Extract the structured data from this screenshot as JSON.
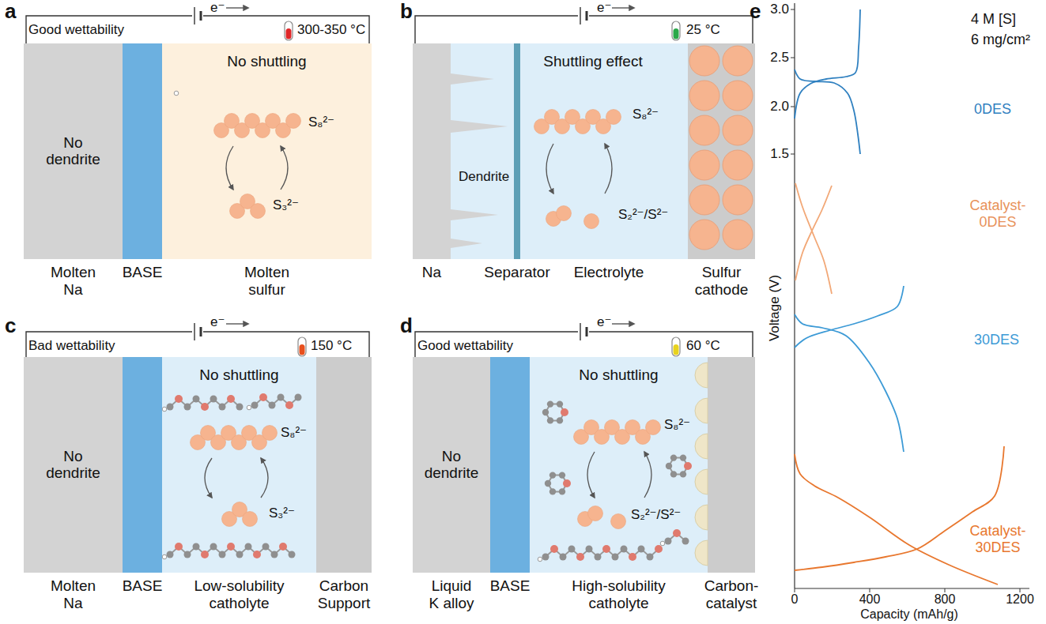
{
  "diagram": {
    "nodes": [
      {
        "text": [
          "No dendrite",
          "Molten Na"
        ]
      },
      {
        "text": [
          "BASE"
        ]
      },
      {
        "text": [
          "No shuttling",
          "Molten sulfur"
        ]
      },
      {
        "text": [
          "Na"
        ]
      },
      {
        "text": [
          "Shuttling effect",
          "Electrolyte"
        ]
      },
      {
        "text": [
          "Separator"
        ],
        "in": 4
      },
      {
        "text": [
          "Sulfur cathode"
        ]
      },
      {
        "text": [
          "No dendrite",
          "Molten Na"
        ]
      },
      {
        "text": [
          "BASE"
        ]
      },
      {
        "text": [
          "No shuttling",
          "Low-solubility catholyte"
        ]
      },
      {
        "text": [
          "Carbon Support"
        ]
      },
      {
        "text": [
          "No dendrite",
          "Liquid K alloy"
        ]
      },
      {
        "text": [
          "BASE"
        ]
      },
      {
        "text": [
          "No shuttling",
          "High-solubility catholyte"
        ]
      },
      {
        "text": [
          "Carbon- catalyst"
        ]
      }
    ],
    "edges": [
      {
        "from": 0,
        "to": 2,
        "arrow": "none"
      },
      {
        "from": 3,
        "to": 6,
        "arrow": "none"
      },
      {
        "from": 7,
        "to": 10,
        "arrow": "none"
      },
      {
        "from": 11,
        "to": 14,
        "arrow": "none"
      }
    ],
    "labels": [
      "a",
      "e⁻",
      "Good wettability",
      "300-350 °C",
      "S₈²⁻",
      "S₃²⁻",
      "b",
      "e⁻",
      "25 °C",
      "Dendrite",
      "S₈²⁻",
      "S₂²⁻/S²⁻",
      "c",
      "e⁻",
      "Bad wettability",
      "150 °C",
      "S₈²⁻",
      "S₃²⁻",
      "d",
      "e⁻",
      "Good wettability",
      "60 °C",
      "S₈²⁻",
      "S₂²⁻/S²⁻",
      "e",
      "3.0",
      "2.5",
      "2.0",
      "1.5",
      "Voltage (V)",
      "0",
      "400",
      "800",
      "1200",
      "Capacity (mAh/g)",
      "4 M [S]",
      "6 mg/cm²",
      "0DES",
      "Catalyst- 0DES",
      "30DES",
      "Catalyst- 30DES"
    ]
  }
}
